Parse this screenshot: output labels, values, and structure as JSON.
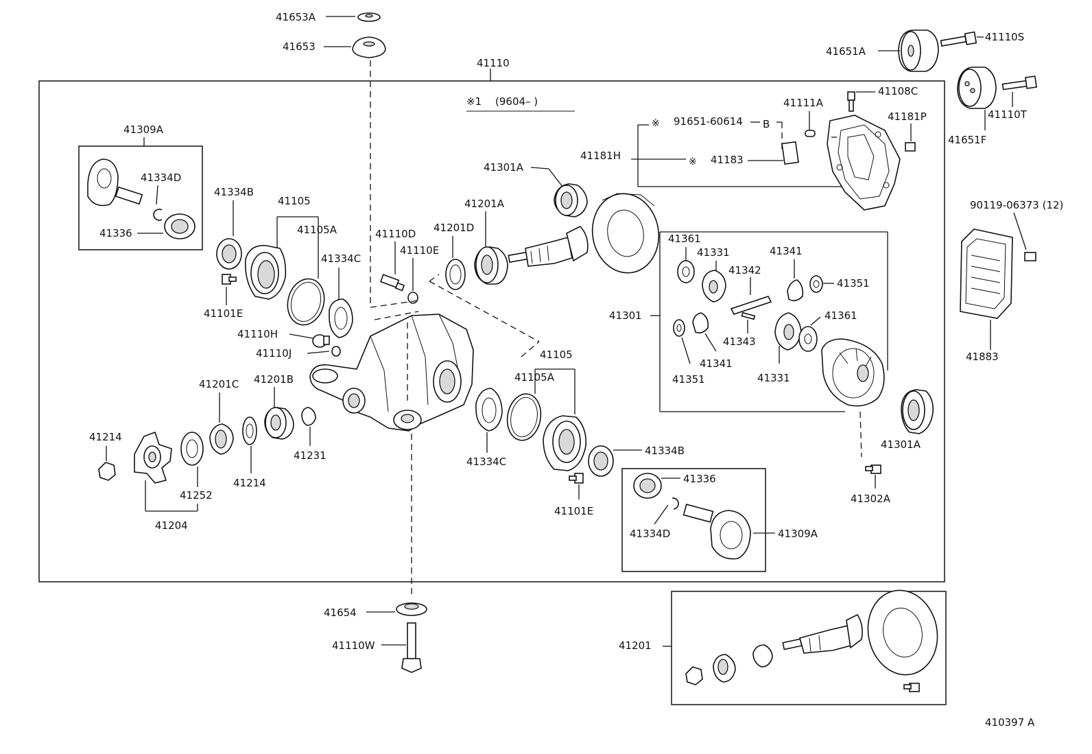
{
  "figure_id": "410397 A",
  "note": {
    "symbol": "※1",
    "range": "(9604–       )"
  },
  "labels": {
    "l41653A": "41653A",
    "l41653": "41653",
    "l41110": "41110",
    "l41651A": "41651A",
    "l41110S": "41110S",
    "l41110T": "41110T",
    "l41651F": "41651F",
    "l41108C": "41108C",
    "l41111A": "41111A",
    "l41181P": "41181P",
    "l91651": "91651-60614",
    "lB": "B",
    "l41181H": "41181H",
    "l41183": "41183",
    "l41309A_top": "41309A",
    "l41334D_top": "41334D",
    "l41336_top": "41336",
    "l41334B_top": "41334B",
    "l41105_top": "41105",
    "l41105A_top": "41105A",
    "l41334C_top": "41334C",
    "l41101E_top": "41101E",
    "l41110D": "41110D",
    "l41110E": "41110E",
    "l41201D": "41201D",
    "l41201A": "41201A",
    "l41301A_top": "41301A",
    "l41110H": "41110H",
    "l41110J": "41110J",
    "l41105_mid": "41105",
    "l41105A_mid": "41105A",
    "l41334C_mid": "41334C",
    "l41334B_mid": "41334B",
    "l41101E_mid": "41101E",
    "l41201C": "41201C",
    "l41201B": "41201B",
    "l41214_a": "41214",
    "l41214_b": "41214",
    "l41231": "41231",
    "l41252": "41252",
    "l41204": "41204",
    "l41301": "41301",
    "l41361_a": "41361",
    "l41331_a": "41331",
    "l41342": "41342",
    "l41341_a": "41341",
    "l41351_a": "41351",
    "l41361_b": "41361",
    "l41343": "41343",
    "l41341_b": "41341",
    "l41351_b": "41351",
    "l41331_b": "41331",
    "l41301A_right": "41301A",
    "l41302A": "41302A",
    "l90119": "90119-06373 (12)",
    "l41883": "41883",
    "l41336_bot": "41336",
    "l41334D_bot": "41334D",
    "l41309A_bot": "41309A",
    "l41654": "41654",
    "l41110W": "41110W",
    "l41201": "41201"
  }
}
